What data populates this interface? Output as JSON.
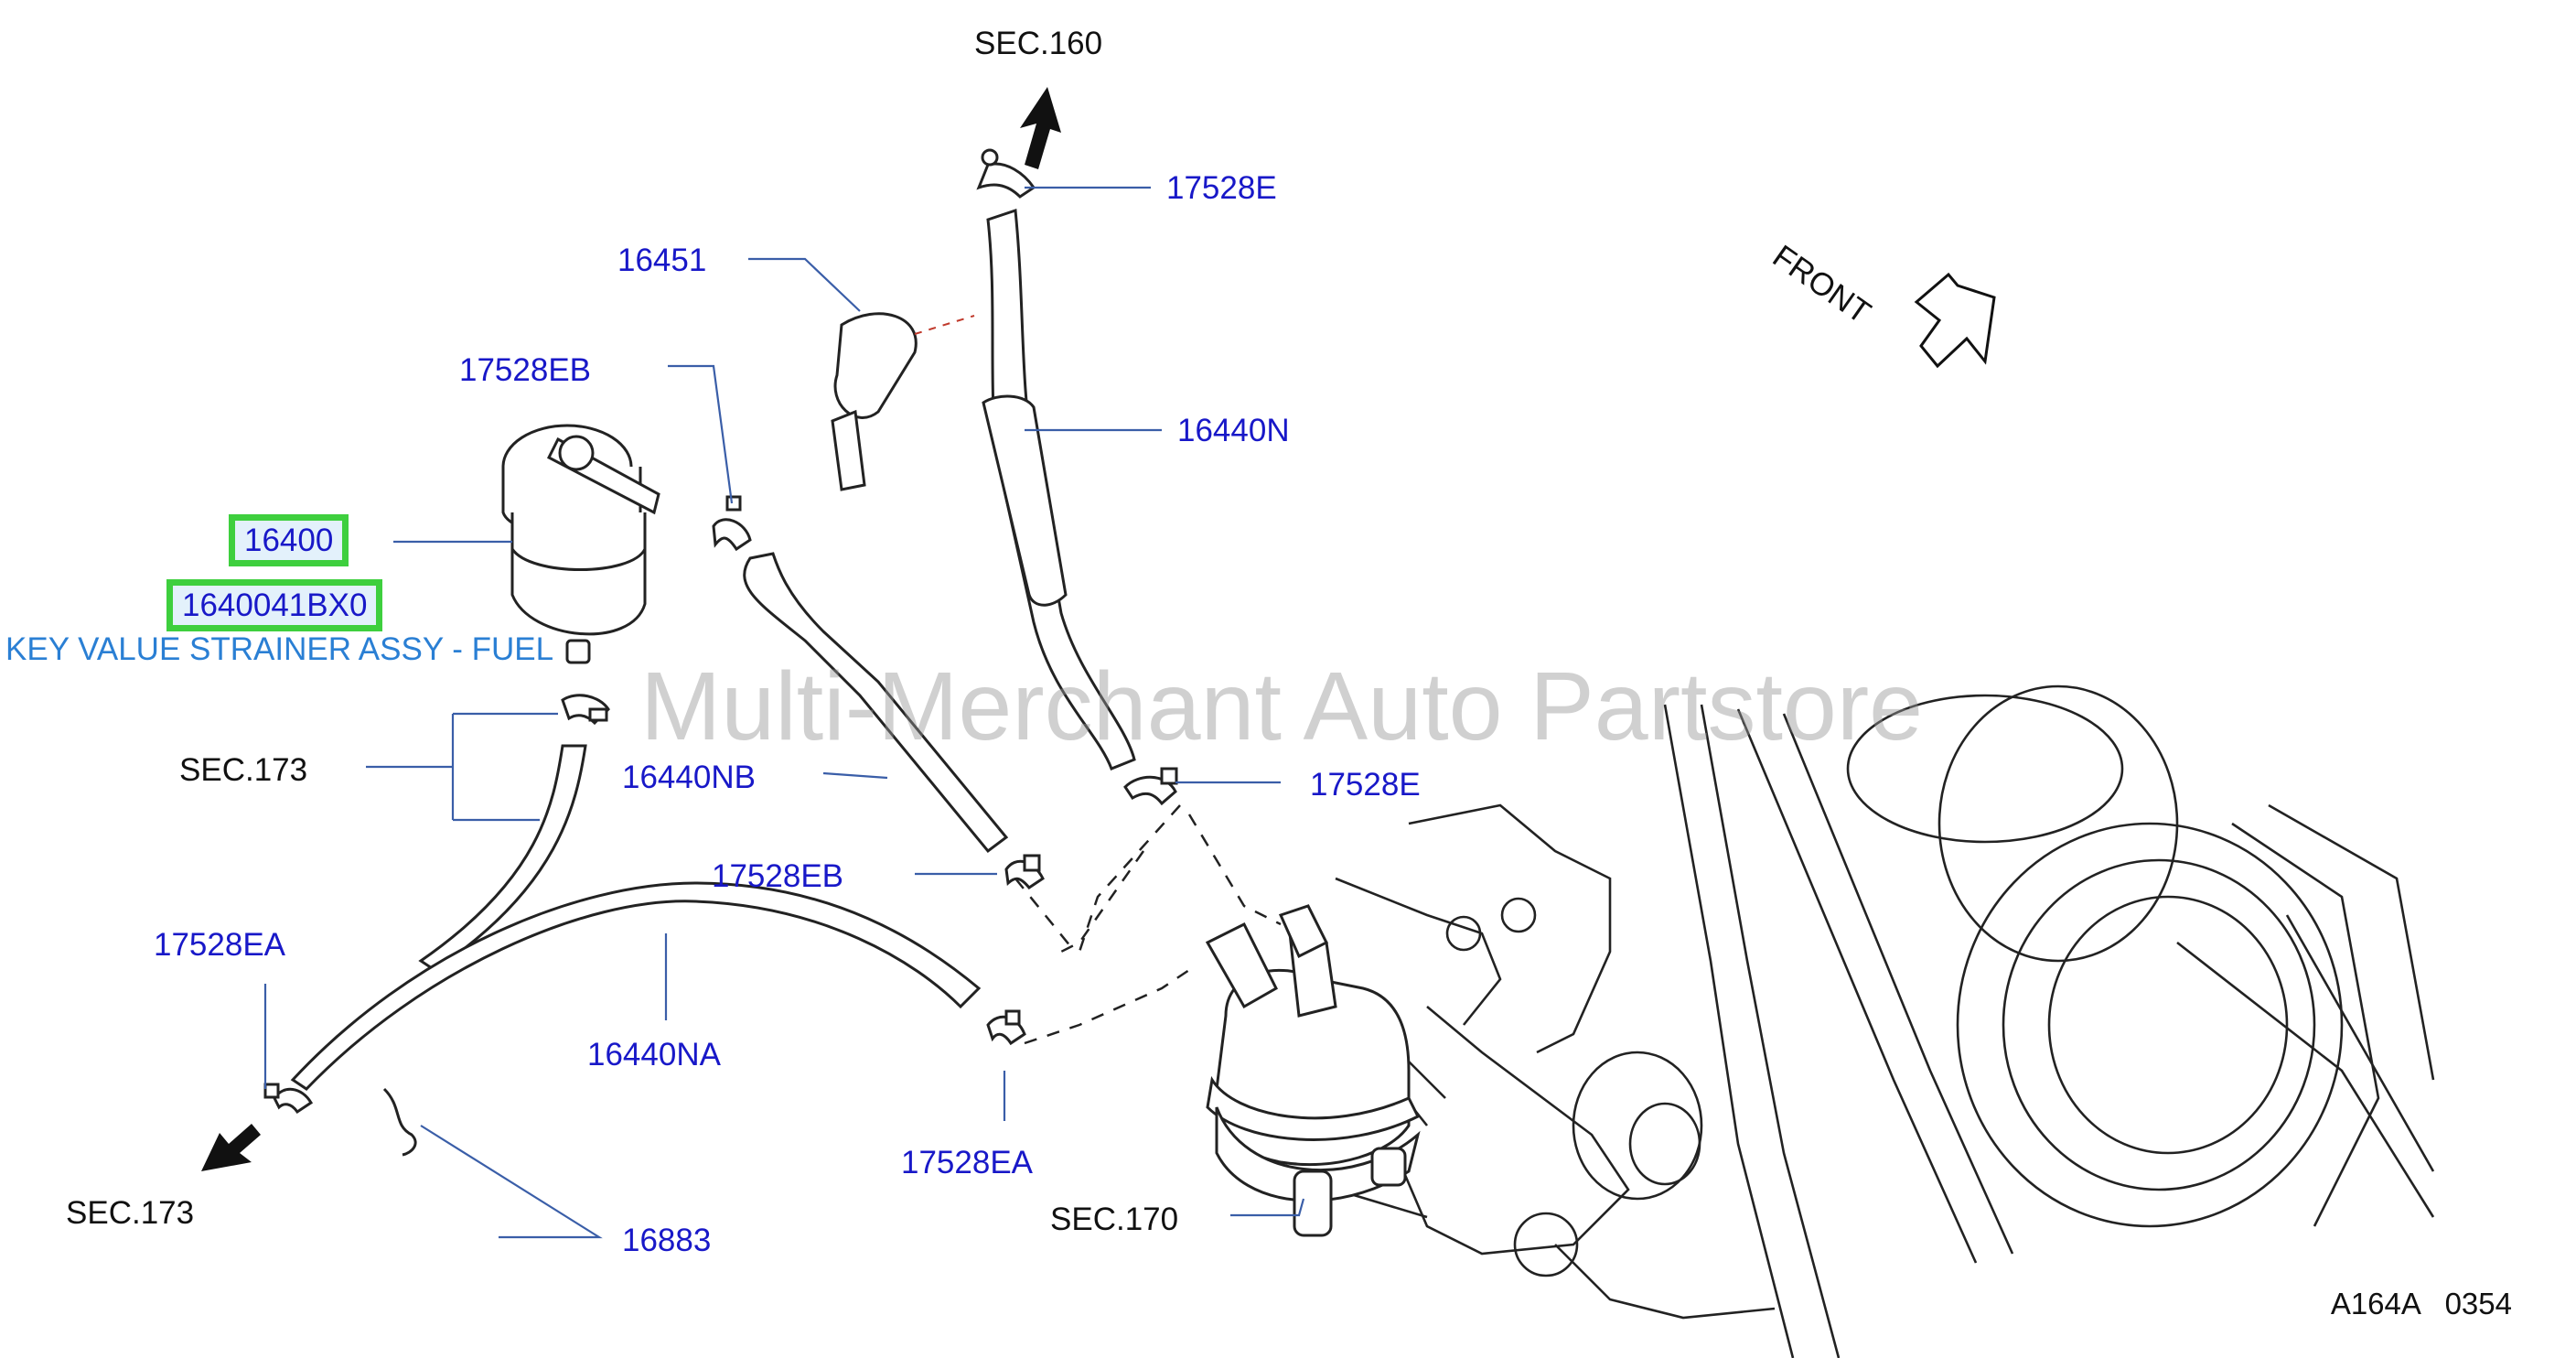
{
  "title": "STRAINER ASSY - FUEL",
  "watermark": "Multi-Merchant Auto Partstore",
  "diagram_code": "A164A   0354",
  "highlight": {
    "part_no": "16400",
    "oem_no": "1640041BX0",
    "description": "KEY VALUE STRAINER ASSY - FUEL"
  },
  "labels": {
    "sec160": "SEC.160",
    "c17528e_top": "17528E",
    "p16451": "16451",
    "c17528eb_left": "17528EB",
    "p16440n": "16440N",
    "front": "FRONT",
    "sec173_mid": "SEC.173",
    "p16440nb": "16440NB",
    "c17528e_mid": "17528E",
    "c17528eb_mid": "17528EB",
    "c17528ea_left": "17528EA",
    "p16440na": "16440NA",
    "c17528ea_bottom": "17528EA",
    "sec173_bottom": "SEC.173",
    "p16883": "16883",
    "sec170": "SEC.170"
  },
  "colors": {
    "part_label": "#1818c8",
    "highlight_border": "#3ecf3e",
    "description": "#2a7fd4"
  }
}
